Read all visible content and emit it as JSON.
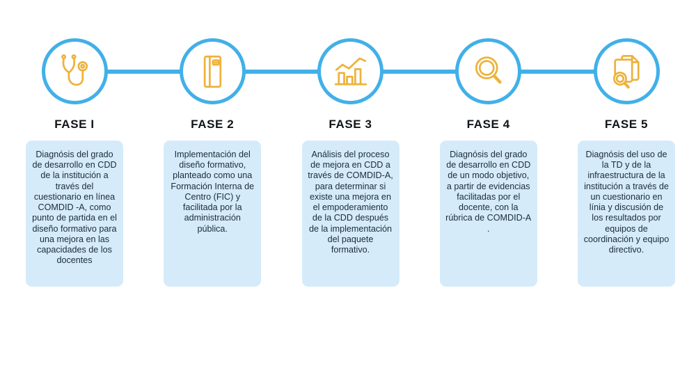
{
  "colors": {
    "accent_blue": "#41b0e9",
    "icon_yellow": "#edb23c",
    "box_background": "#d5ebfa",
    "text_dark": "#1c2b36"
  },
  "timeline": {
    "connector": "horizontal-line"
  },
  "phases": [
    {
      "label": "FASE I",
      "icon": "stethoscope-icon",
      "description": "Diagnósis del grado de desarrollo en CDD de la institución a través del cuestionario en línea COMDID -A, como punto de partida en el diseño formativo para una mejora en las capacidades de los docentes"
    },
    {
      "label": "FASE 2",
      "icon": "notebook-icon",
      "description": "Implementación del diseño formativo, planteado como una Formación Interna de Centro (FIC) y facilitada por la administración pública."
    },
    {
      "label": "FASE 3",
      "icon": "bar-chart-icon",
      "description": "Análisis del proceso de mejora en CDD a través de COMDID-A, para determinar si existe una mejora en el empoderamiento de la CDD después de la implementación del paquete formativo."
    },
    {
      "label": "FASE 4",
      "icon": "magnifier-icon",
      "description": "Diagnósis del grado de desarrollo en CDD de un modo objetivo, a partir de evidencias facilitadas por el docente, con la rúbrica de COMDID-A ."
    },
    {
      "label": "FASE 5",
      "icon": "document-search-icon",
      "description": "Diagnósis del uso de la TD y de la infraestructura de la institución a través de un cuestionario en línia y discusión de los resultados por equipos de coordinación y equipo directivo."
    }
  ]
}
